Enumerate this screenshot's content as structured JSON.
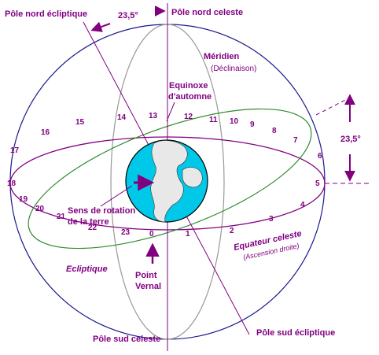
{
  "labels": {
    "pole_nord_ecliptique": "Pôle nord écliptique",
    "angle_top": "23,5°",
    "pole_nord_celeste": "Pôle nord celeste",
    "meridien": "Méridien",
    "declinaison": "(Déclinaison)",
    "equinoxe_line1": "Equinoxe",
    "equinoxe_line2": "d'automne",
    "angle_right": "23,5°",
    "sens_line1": "Sens de rotation",
    "sens_line2": "de la terre",
    "equateur": "Equateur celeste",
    "ascension": "(Ascension droite)",
    "ecliptique": "Ecliptique",
    "point_vernal_line1": "Point",
    "point_vernal_line2": "Vernal",
    "pole_sud_celeste": "Pôle sud celeste",
    "pole_sud_ecliptique": "Pôle sud écliptique"
  },
  "hours": [
    "0",
    "1",
    "2",
    "3",
    "4",
    "5",
    "6",
    "7",
    "8",
    "9",
    "10",
    "11",
    "12",
    "13",
    "14",
    "15",
    "16",
    "17",
    "18",
    "19",
    "20",
    "21",
    "22",
    "23"
  ],
  "colors": {
    "purple": "#800080",
    "sphere": "#1a1a8c",
    "ecliptic": "#2e8b2e",
    "meridian": "#999999",
    "earth_ocean": "#00c8e8",
    "earth_land": "#e8e8e8"
  }
}
